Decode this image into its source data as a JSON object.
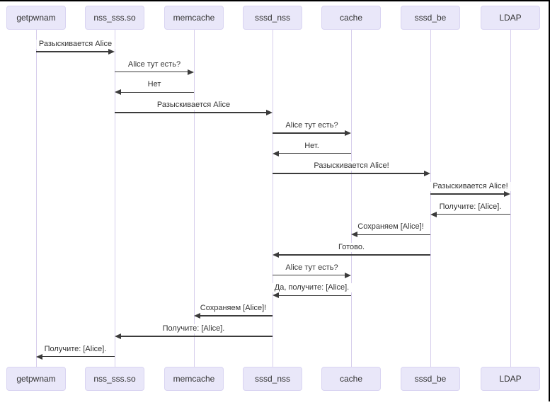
{
  "diagram": {
    "type": "sequence-diagram",
    "actors": [
      {
        "name": "getpwnam"
      },
      {
        "name": "nss_sss.so"
      },
      {
        "name": "memcache"
      },
      {
        "name": "sssd_nss"
      },
      {
        "name": "cache"
      },
      {
        "name": "sssd_be"
      },
      {
        "name": "LDAP"
      }
    ],
    "messages": [
      {
        "from": "getpwnam",
        "to": "nss_sss.so",
        "label": "Разыскивается Alice"
      },
      {
        "from": "nss_sss.so",
        "to": "memcache",
        "label": "Alice тут есть?"
      },
      {
        "from": "memcache",
        "to": "nss_sss.so",
        "label": "Нет"
      },
      {
        "from": "nss_sss.so",
        "to": "sssd_nss",
        "label": "Разыскивается Alice"
      },
      {
        "from": "sssd_nss",
        "to": "cache",
        "label": "Alice тут есть?"
      },
      {
        "from": "cache",
        "to": "sssd_nss",
        "label": "Нет."
      },
      {
        "from": "sssd_nss",
        "to": "sssd_be",
        "label": "Разыскивается Alice!"
      },
      {
        "from": "sssd_be",
        "to": "LDAP",
        "label": "Разыскивается Alice!"
      },
      {
        "from": "LDAP",
        "to": "sssd_be",
        "label": "Получите: [Alice]."
      },
      {
        "from": "sssd_be",
        "to": "cache",
        "label": "Сохраняем [Alice]!"
      },
      {
        "from": "sssd_be",
        "to": "sssd_nss",
        "label": "Готово."
      },
      {
        "from": "sssd_nss",
        "to": "cache",
        "label": "Alice тут есть?"
      },
      {
        "from": "cache",
        "to": "sssd_nss",
        "label": "Да, получите: [Alice]."
      },
      {
        "from": "sssd_nss",
        "to": "memcache",
        "label": "Сохраняем [Alice]!"
      },
      {
        "from": "sssd_nss",
        "to": "nss_sss.so",
        "label": "Получите: [Alice]."
      },
      {
        "from": "nss_sss.so",
        "to": "getpwnam",
        "label": "Получите: [Alice]."
      }
    ],
    "colors": {
      "actor_fill": "#e9e7f9",
      "actor_border": "#d9d4f2",
      "lifeline": "#d6cdec",
      "arrow": "#3b3b3b",
      "text": "#333333",
      "background": "#ffffff",
      "frame": "#000000"
    }
  }
}
